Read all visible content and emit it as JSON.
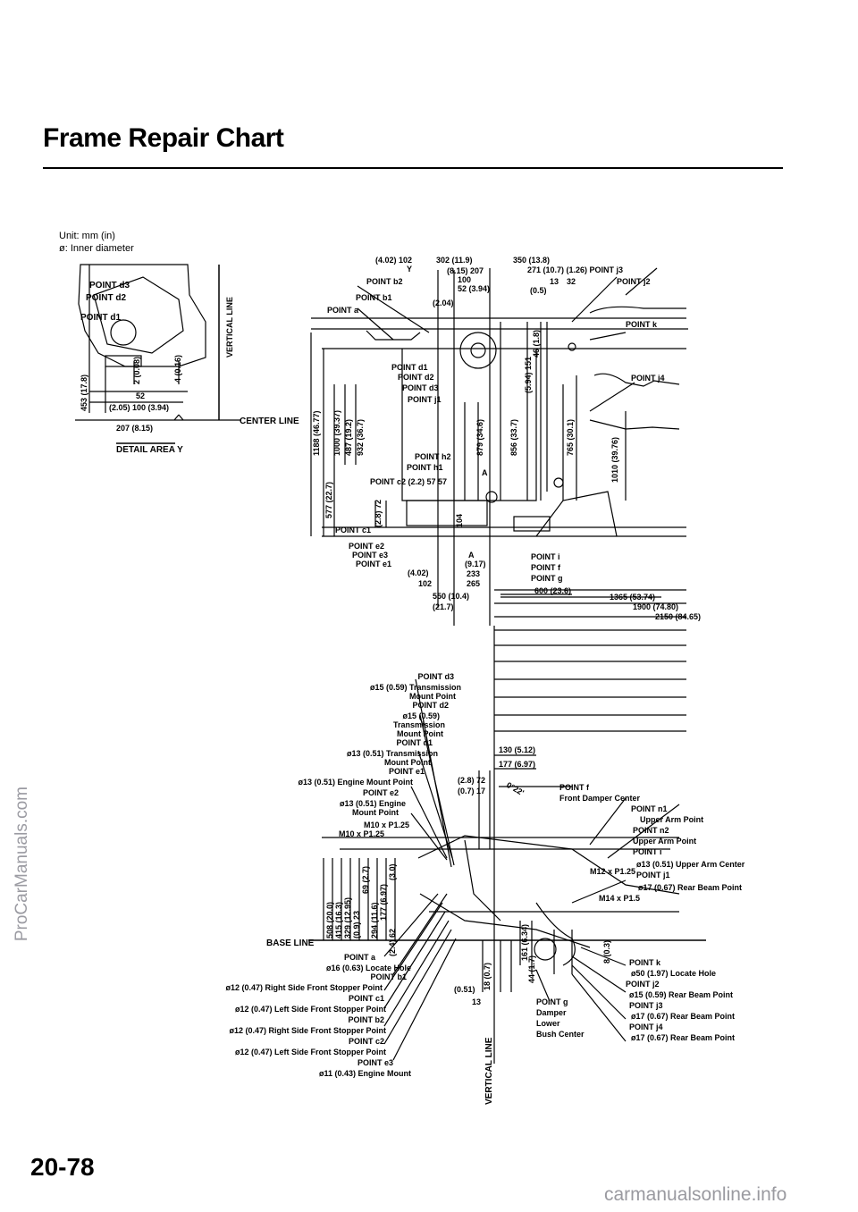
{
  "title": "Frame Repair Chart",
  "unit_note": [
    "Unit: mm (in)",
    "ø: Inner diameter"
  ],
  "watermark": "ProCarManuals.com",
  "page_number": "20-78",
  "footer": "carmanualsonline.info",
  "detail": {
    "labels": {
      "point_d3": "POINT d3",
      "point_d2": "POINT d2",
      "point_d1": "POINT d1",
      "dim_2": "2 (0.08)",
      "dim_4": "4 (0.16)",
      "dim_52": "52",
      "dim_100": "(2.05) 100 (3.94)",
      "dim_207": "207 (8.15)",
      "dim_453": "453 (17.8)",
      "vertical_line": "VERTICAL LINE",
      "center_line": "CENTER LINE",
      "detail_area": "DETAIL AREA Y"
    }
  },
  "top_view": {
    "labels": {
      "d_402": "(4.02) 102",
      "d_302": "302 (11.9)",
      "d_350": "350 (13.8)",
      "y": "Y",
      "d_815": "(8.15) 207",
      "d_100": "100",
      "d_52": "52 (3.94)",
      "d_204": "(2.04)",
      "d_271": "271 (10.7) (1.26) POINT j3",
      "d_13": "13",
      "d_32": "32",
      "d_05": "(0.5)",
      "point_b2": "POINT b2",
      "point_b1": "POINT b1",
      "point_a": "POINT a",
      "point_j2": "POINT j2",
      "point_k": "POINT k",
      "point_j4": "POINT j4",
      "point_d1": "POINT d1",
      "point_d2": "POINT d2",
      "point_d3": "POINT d3",
      "point_j1": "POINT j1",
      "d_46": "46 (1.8)",
      "d_151": "(5.94) 151",
      "d_1188": "1188 (46.77)",
      "d_1000": "1000 (39.37)",
      "d_487": "487 (19.2)",
      "d_932": "932 (36.7)",
      "d_879": "879 (34.6)",
      "d_856": "856 (33.7)",
      "d_765": "765 (30.1)",
      "d_1010": "1010 (39.76)",
      "d_577": "577 (22.7)",
      "point_h2": "POINT h2",
      "point_h1": "POINT h1",
      "point_c2": "POINT c2 (2.2) 57 57",
      "a_top": "A",
      "d_28": "(2.8) 72",
      "d_104": "104",
      "point_c1": "POINT c1",
      "point_e2": "POINT e2",
      "point_e3": "POINT e3",
      "point_e1": "POINT e1",
      "a_bottom": "A",
      "d_917": "(9.17)",
      "d_233": "233",
      "d_265": "265",
      "d_402b": "(4.02)",
      "d_102b": "102",
      "d_550": "550 (10.4)",
      "d_217": "(21.7)",
      "point_i": "POINT i",
      "point_f": "POINT f",
      "point_g": "POINT g",
      "d_600": "600 (23.6)",
      "d_1365": "1365 (53.74)",
      "d_1900": "1900 (74.80)",
      "d_2150": "2150 (84.65)"
    }
  },
  "side_view": {
    "left_notes": [
      "POINT d3",
      "ø15 (0.59) Transmission",
      "Mount Point",
      "POINT d2",
      "ø15 (0.59)",
      "Transmission",
      "Mount Point",
      "POINT d1",
      "ø13 (0.51) Transmission",
      "Mount Point",
      "POINT e1",
      "ø13 (0.51) Engine Mount Point",
      "POINT e2",
      "ø13 (0.51) Engine",
      "Mount Point",
      "M10 x P1.25",
      "M10 x P1.25"
    ],
    "right_notes": [
      "POINT f",
      "Front Damper Center",
      "POINT n1",
      "Upper Arm Point",
      "POINT n2",
      "Upper Arm Point",
      "POINT i",
      "ø13 (0.51) Upper Arm Center",
      "M12 x P1.25",
      "POINT j1",
      "ø17 (0.67) Rear Beam Point",
      "M14 x P1.5"
    ],
    "bottom_left_notes": [
      "POINT a",
      "ø16 (0.63) Locate Hole",
      "POINT b1",
      "ø12 (0.47) Right Side Front Stopper Point",
      "POINT c1",
      "ø12 (0.47) Left Side Front Stopper Point",
      "POINT b2",
      "ø12 (0.47) Right Side Front Stopper Point",
      "POINT c2",
      "ø12 (0.47) Left Side Front Stopper Point",
      "POINT e3",
      "ø11 (0.43) Engine Mount"
    ],
    "bottom_right_notes": [
      "POINT k",
      "ø50 (1.97) Locate Hole",
      "POINT j2",
      "ø15 (0.59) Rear Beam Point",
      "POINT j3",
      "ø17 (0.67) Rear Beam Point",
      "POINT j4",
      "ø17 (0.67) Rear Beam Point"
    ],
    "damper_notes": [
      "POINT g",
      "Damper",
      "Lower",
      "Bush Center"
    ],
    "dims": {
      "d_130": "130 (5.12)",
      "d_177": "177 (6.97)",
      "d_28": "(2.8) 72",
      "d_07": "(0.7) 17",
      "angle": "0°22'",
      "d_508": "508 (20.0)",
      "d_415": "415 (16.3)",
      "d_329": "329 (12.95)",
      "d_23": "(0.9) 23",
      "d_69": "69 (2.7)",
      "d_294": "294 (11.6)",
      "d_177v": "177 (6.97)",
      "d_24": "(2.4) 62",
      "d_130v": "(3.0)",
      "d_18": "18 (0.7)",
      "d_44": "44 (1.7)",
      "d_161": "161 (6.34)",
      "d_8": "8 (0.3)",
      "d_051": "(0.51)",
      "d_13": "13",
      "base_line": "BASE LINE",
      "vertical_line": "VERTICAL LINE"
    }
  }
}
